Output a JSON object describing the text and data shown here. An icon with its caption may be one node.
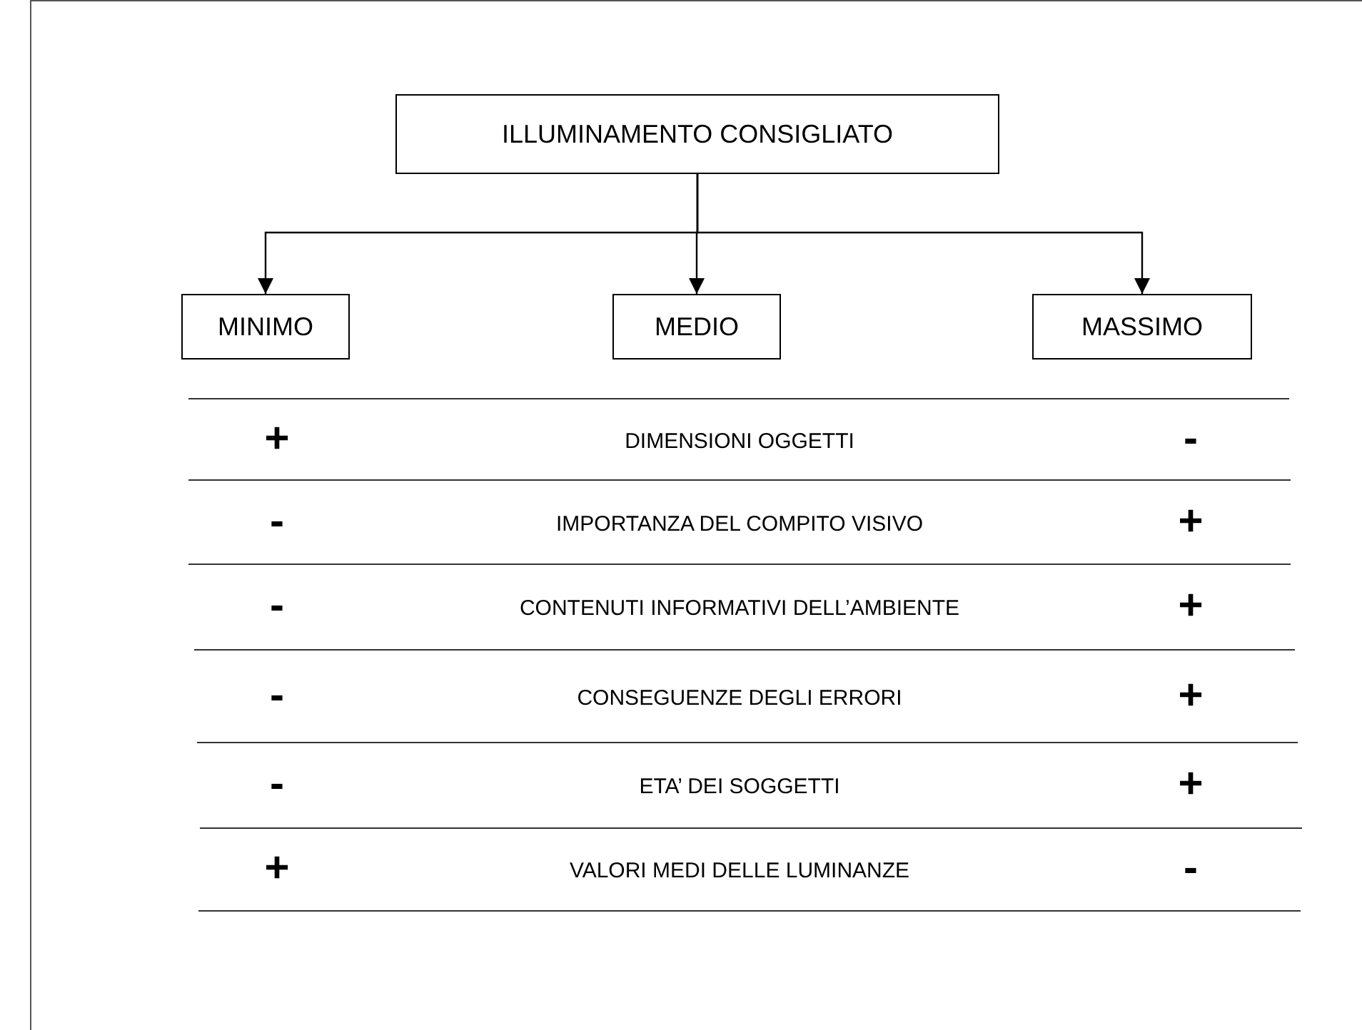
{
  "diagram": {
    "nodes": [
      {
        "text": [
          "ILLUMINAMENTO CONSIGLIATO"
        ]
      },
      {
        "text": [
          "MINIMO"
        ]
      },
      {
        "text": [
          "MEDIO"
        ]
      },
      {
        "text": [
          "MASSIMO"
        ]
      }
    ],
    "edges": [
      {
        "from": 0,
        "to": 1,
        "arrow": "to"
      },
      {
        "from": 0,
        "to": 2,
        "arrow": "to"
      },
      {
        "from": 0,
        "to": 3,
        "arrow": "to"
      }
    ],
    "labels": [
      "+",
      "DIMENSIONI OGGETTI",
      "-",
      "-",
      "IMPORTANZA DEL COMPITO VISIVO",
      "+",
      "-",
      "CONTENUTI INFORMATIVI DELL’AMBIENTE",
      "+",
      "-",
      "CONSEGUENZE DEGLI ERRORI",
      "+",
      "-",
      "ETA’ DEI SOGGETTI",
      "+",
      "+",
      "VALORI MEDI DELLE LUMINANZE",
      "-"
    ]
  }
}
